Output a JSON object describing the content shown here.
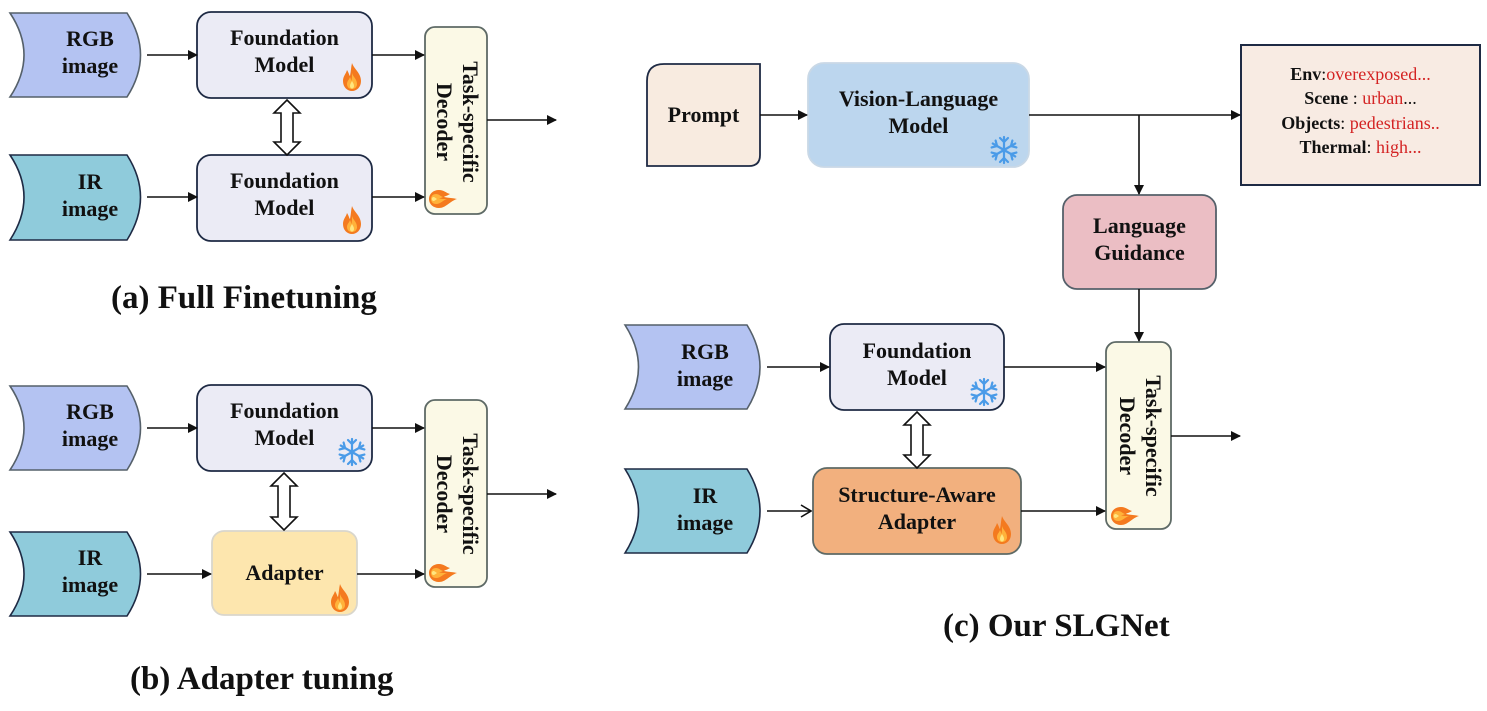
{
  "panels": {
    "a": {
      "caption": "(a) Full Finetuning",
      "rgb": {
        "line1": "RGB",
        "line2": "image"
      },
      "ir": {
        "line1": "IR",
        "line2": "image"
      },
      "fm_top": {
        "line1": "Foundation",
        "line2": "Model",
        "status": "fire-icon"
      },
      "fm_bottom": {
        "line1": "Foundation",
        "line2": "Model",
        "status": "fire-icon"
      },
      "decoder": {
        "line1": "Task-specific",
        "line2": "Decoder",
        "status": "fire-icon"
      }
    },
    "b": {
      "caption": "(b) Adapter tuning",
      "rgb": {
        "line1": "RGB",
        "line2": "image"
      },
      "ir": {
        "line1": "IR",
        "line2": "image"
      },
      "fm": {
        "line1": "Foundation",
        "line2": "Model",
        "status": "snowflake-icon"
      },
      "adapter": {
        "label": "Adapter",
        "status": "fire-icon"
      },
      "decoder": {
        "line1": "Task-specific",
        "line2": "Decoder",
        "status": "fire-icon"
      }
    },
    "c": {
      "caption": "(c) Our SLGNet",
      "prompt": {
        "label": "Prompt"
      },
      "vlm": {
        "line1": "Vision-Language",
        "line2": "Model",
        "status": "snowflake-icon"
      },
      "info_box": [
        {
          "key": "Env",
          "sep": ":",
          "value": "overexposed",
          "tail": "..."
        },
        {
          "key": "Scene",
          "sep": " : ",
          "value": "urban",
          "tail": "..."
        },
        {
          "key": "Objects",
          "sep": ": ",
          "value": "pedestrians..",
          "tail": ""
        },
        {
          "key": "Thermal",
          "sep": ": ",
          "value": "high",
          "tail": "..."
        }
      ],
      "guidance": {
        "line1": "Language",
        "line2": "Guidance"
      },
      "rgb": {
        "line1": "RGB",
        "line2": "image"
      },
      "ir": {
        "line1": "IR",
        "line2": "image"
      },
      "fm": {
        "line1": "Foundation",
        "line2": "Model",
        "status": "snowflake-icon"
      },
      "adapter": {
        "line1": "Structure-Aware",
        "line2": "Adapter",
        "status": "fire-icon"
      },
      "decoder": {
        "line1": "Task-specific",
        "line2": "Decoder",
        "status": "fire-icon"
      }
    }
  },
  "colors": {
    "rgb_fill": "#b4c3f2",
    "ir_fill": "#8fcbdb",
    "fm_fill": "#ebebf5",
    "decoder_fill": "#fbf9e6",
    "adapter_fill": "#fde6ae",
    "sa_adapter_fill": "#f2b07e",
    "vlm_fill": "#bcd6ee",
    "prompt_fill": "#f8ebe0",
    "guidance_fill": "#ebbec4",
    "info_fill": "#f8ebe3",
    "info_value": "#d42323",
    "stroke_dark": "#1e2a44",
    "stroke_gray": "#5e6a66"
  }
}
